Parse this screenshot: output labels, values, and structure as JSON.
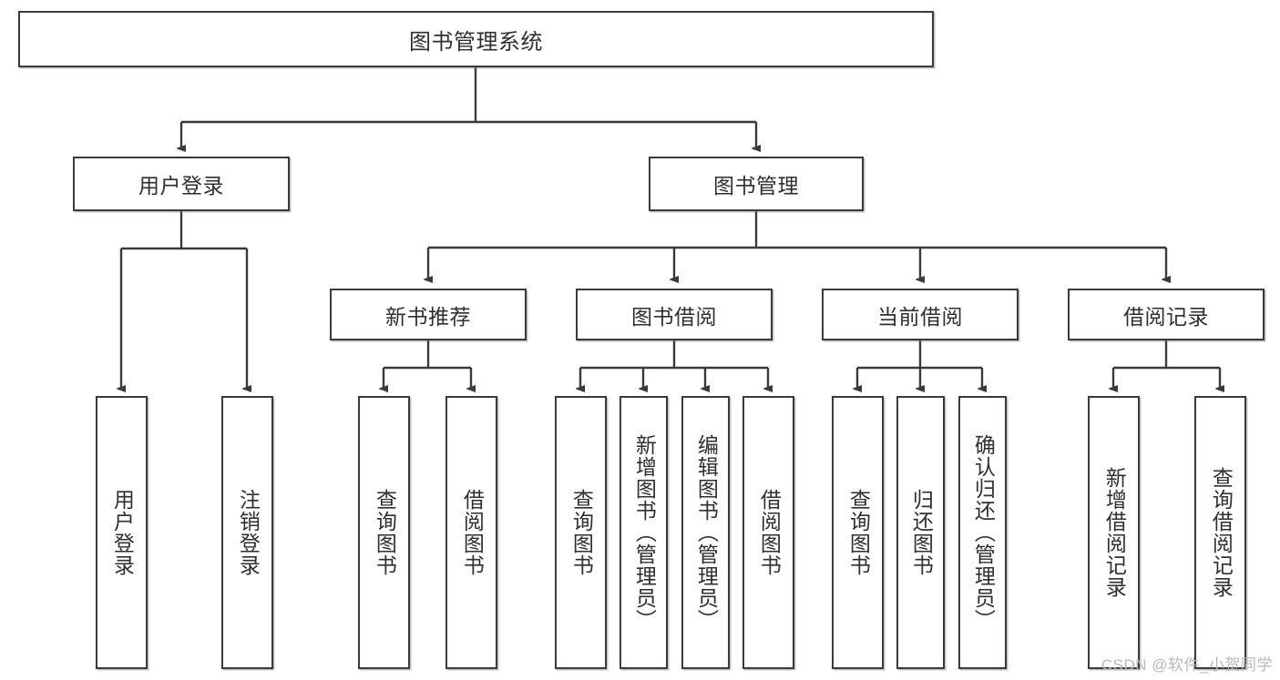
{
  "diagram": {
    "title": "图书管理系统",
    "watermark": "CSDN @软件_小贺同学",
    "colors": {
      "border": "#3a3a3a",
      "text": "#2f2f2f",
      "background": "#ffffff",
      "watermark": "#b8b8b8"
    },
    "root": {
      "label": "图书管理系统"
    },
    "level2": [
      {
        "label": "用户登录"
      },
      {
        "label": "图书管理"
      }
    ],
    "level3": [
      {
        "label": "新书推荐"
      },
      {
        "label": "图书借阅"
      },
      {
        "label": "当前借阅"
      },
      {
        "label": "借阅记录"
      }
    ],
    "leaves_user_login": [
      {
        "label": "用户登录"
      },
      {
        "label": "注销登录"
      }
    ],
    "leaves_new_book": [
      {
        "label": "查询图书"
      },
      {
        "label": "借阅图书"
      }
    ],
    "leaves_borrow": [
      {
        "label": "查询图书"
      },
      {
        "label": "新增图书（管理员）"
      },
      {
        "label": "编辑图书（管理员）"
      },
      {
        "label": "借阅图书"
      }
    ],
    "leaves_current": [
      {
        "label": "查询图书"
      },
      {
        "label": "归还图书"
      },
      {
        "label": "确认归还（管理员）"
      }
    ],
    "leaves_records": [
      {
        "label": "新增借阅记录"
      },
      {
        "label": "查询借阅记录"
      }
    ]
  }
}
